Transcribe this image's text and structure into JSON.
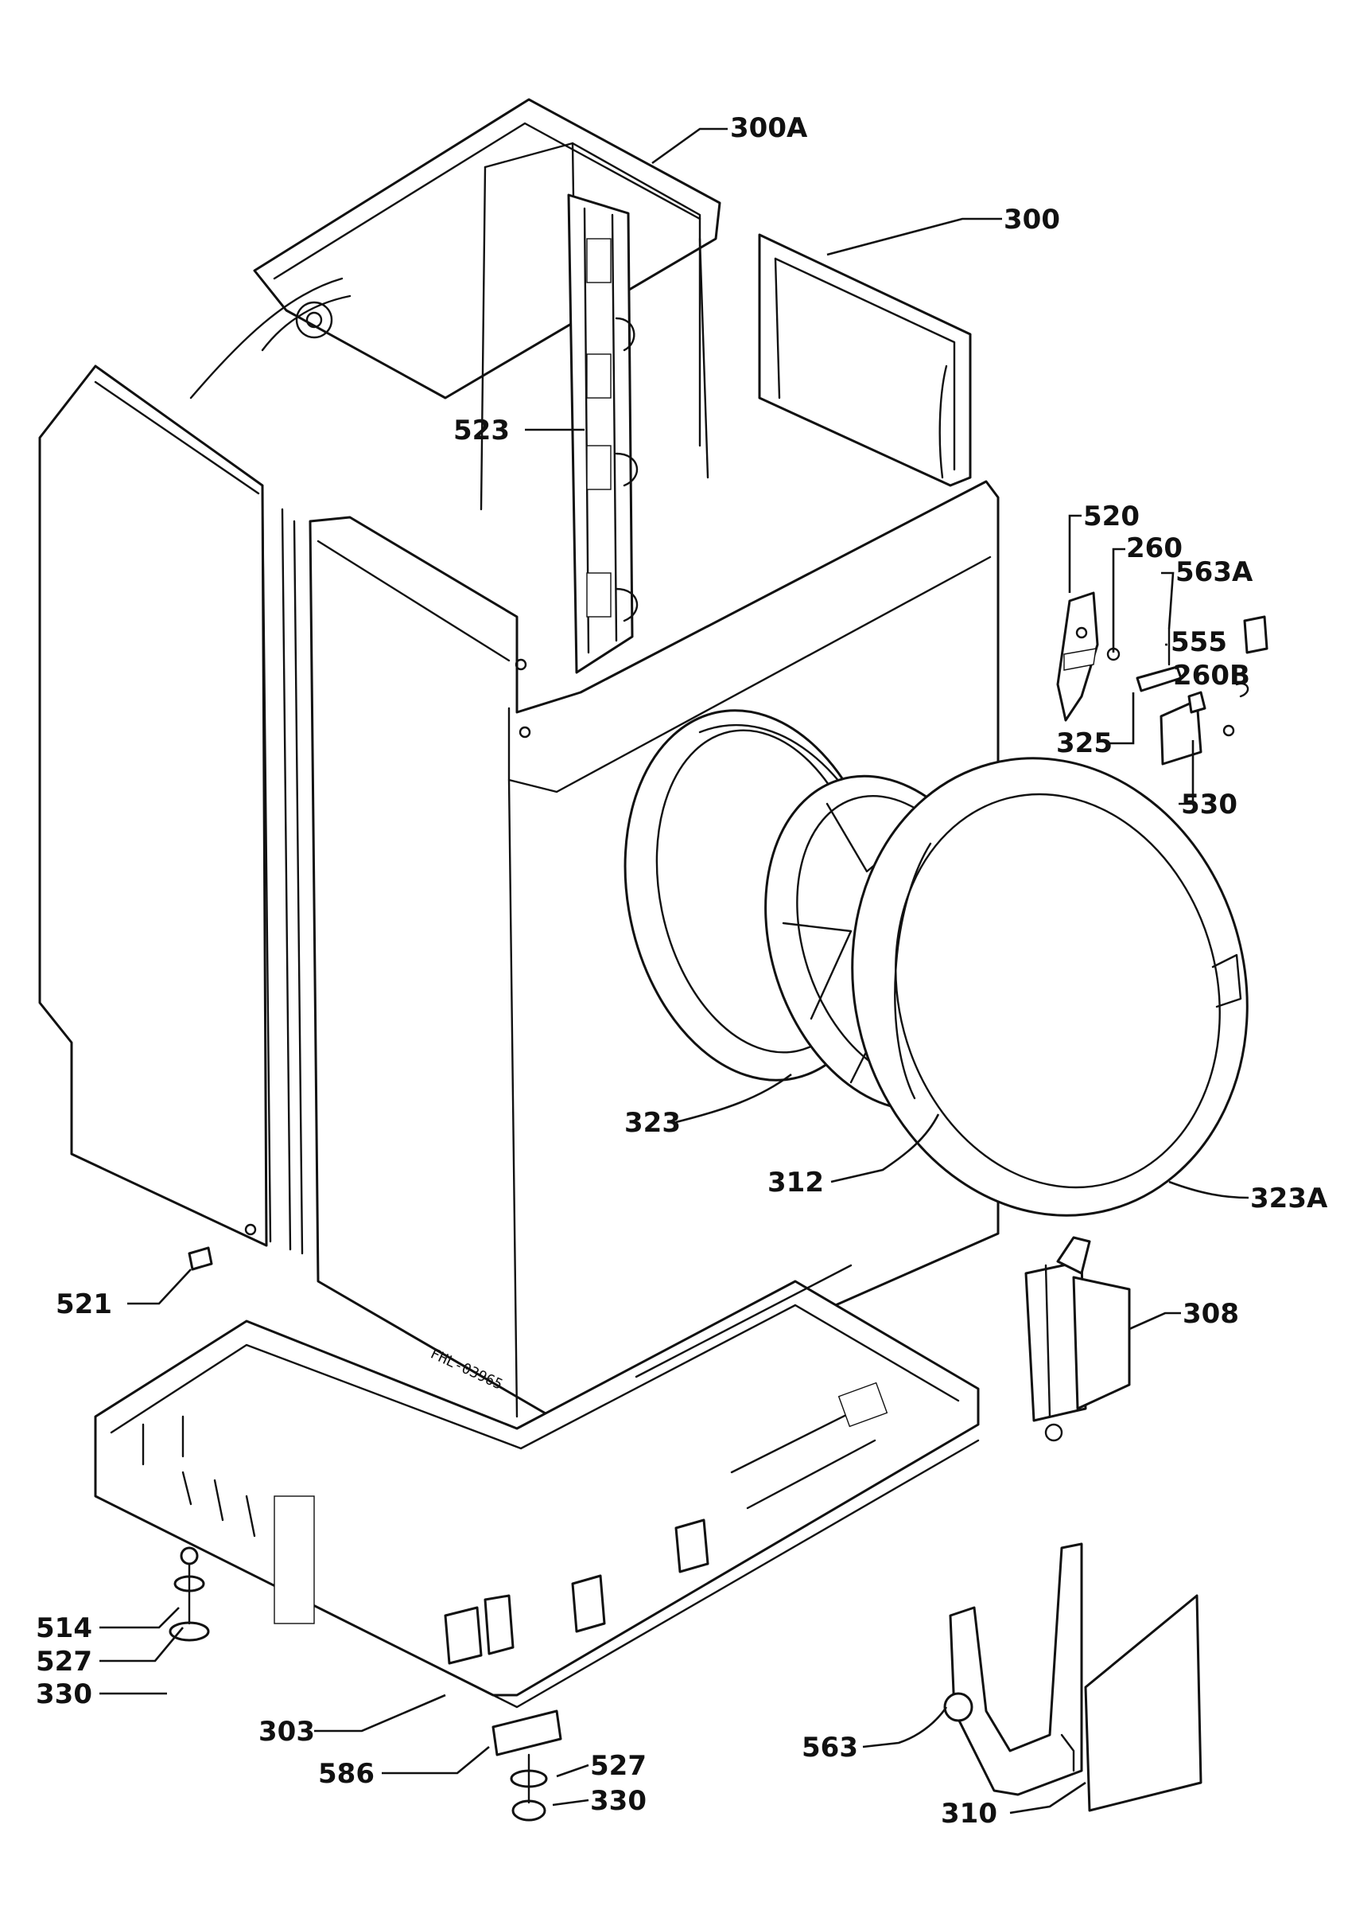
{
  "diagram": {
    "drawing_code": "FHL-03965",
    "parts": {
      "p300A": "300A",
      "p300": "300",
      "p523": "523",
      "p520": "520",
      "p260": "260",
      "p563A": "563A",
      "p555": "555",
      "p260B": "260B",
      "p325": "325",
      "p530": "530",
      "p323": "323",
      "p312": "312",
      "p323A": "323A",
      "p521": "521",
      "p308": "308",
      "p514": "514",
      "p527a": "527",
      "p330a": "330",
      "p303": "303",
      "p586": "586",
      "p527b": "527",
      "p330b": "330",
      "p563": "563",
      "p310": "310"
    }
  }
}
